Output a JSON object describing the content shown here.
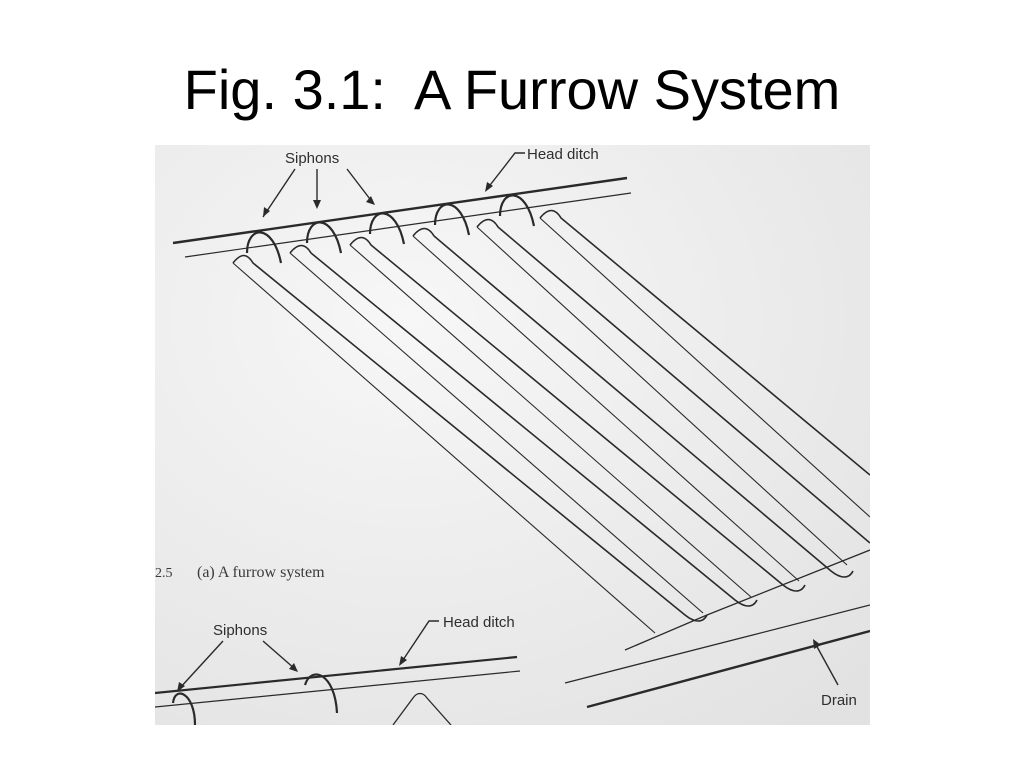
{
  "slide": {
    "title": "Fig. 3.1:  A Furrow System"
  },
  "figure": {
    "upper": {
      "siphons_label": "Siphons",
      "head_ditch_label": "Head ditch"
    },
    "caption": {
      "number": "2.5",
      "text": "(a)  A furrow system"
    },
    "lower": {
      "siphons_label": "Siphons",
      "head_ditch_label": "Head ditch",
      "drain_label": "Drain"
    }
  }
}
